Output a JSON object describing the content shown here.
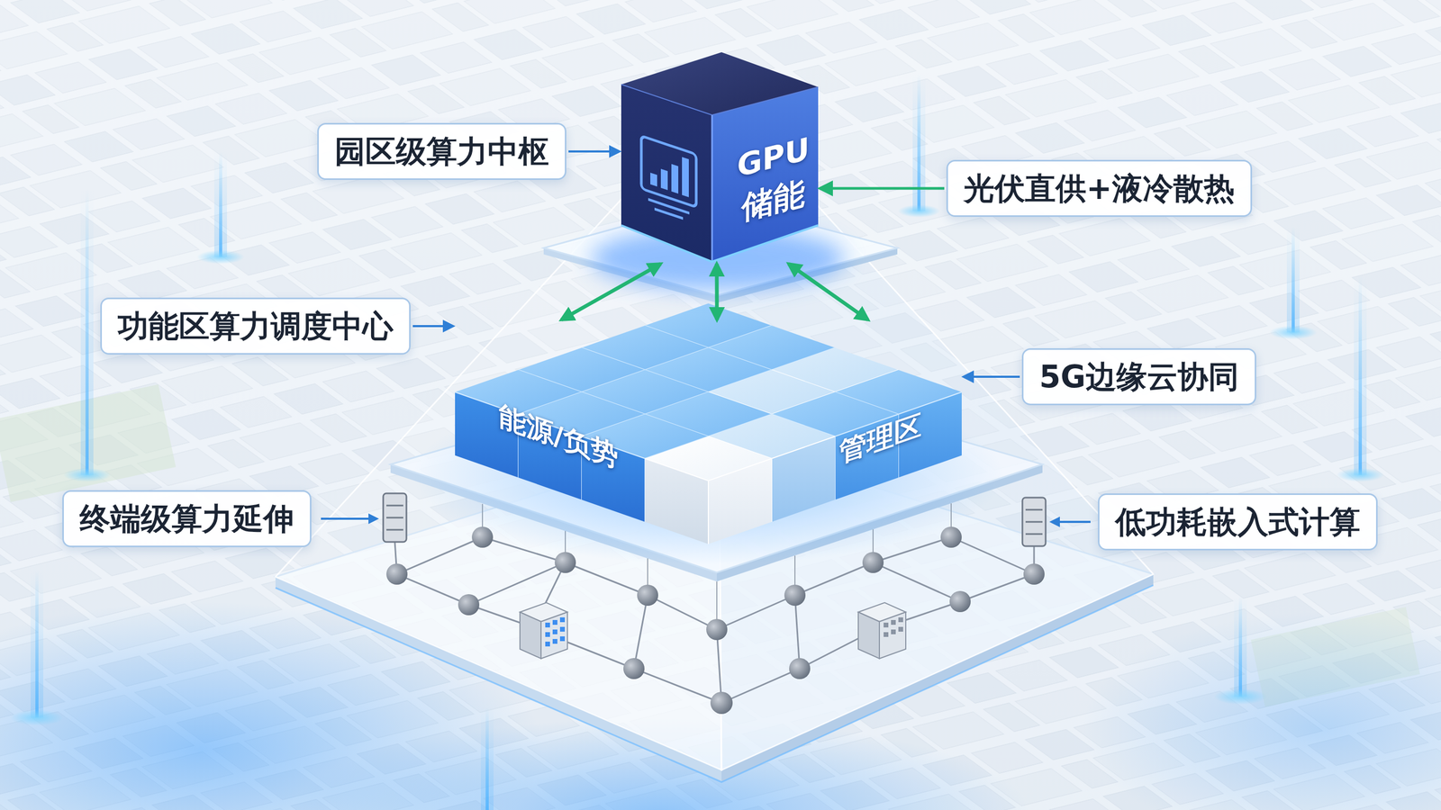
{
  "diagram": {
    "nodes": [
      {
        "text": [
          "园区级算力中枢"
        ]
      },
      {
        "text": [
          "GPU",
          "储能"
        ]
      },
      {
        "text": [
          "光伏直供+液冷散热"
        ]
      },
      {
        "text": [
          "功能区算力调度中心"
        ]
      },
      {
        "text": [
          "能源/负势",
          "管理区"
        ]
      },
      {
        "text": [
          "5G边缘云协同"
        ]
      },
      {
        "text": [
          "终端级算力延伸"
        ]
      },
      {
        "text": [
          "低功耗嵌入式计算"
        ]
      }
    ],
    "edges": [
      {
        "from": 0,
        "to": 1,
        "arrow": "to"
      },
      {
        "from": 2,
        "to": 1,
        "arrow": "to"
      },
      {
        "from": 1,
        "to": 4,
        "arrow": "both"
      },
      {
        "from": 1,
        "to": 4,
        "arrow": "both"
      },
      {
        "from": 1,
        "to": 4,
        "arrow": "both"
      },
      {
        "from": 3,
        "to": 4,
        "arrow": "to"
      },
      {
        "from": 5,
        "to": 4,
        "arrow": "to"
      }
    ]
  }
}
